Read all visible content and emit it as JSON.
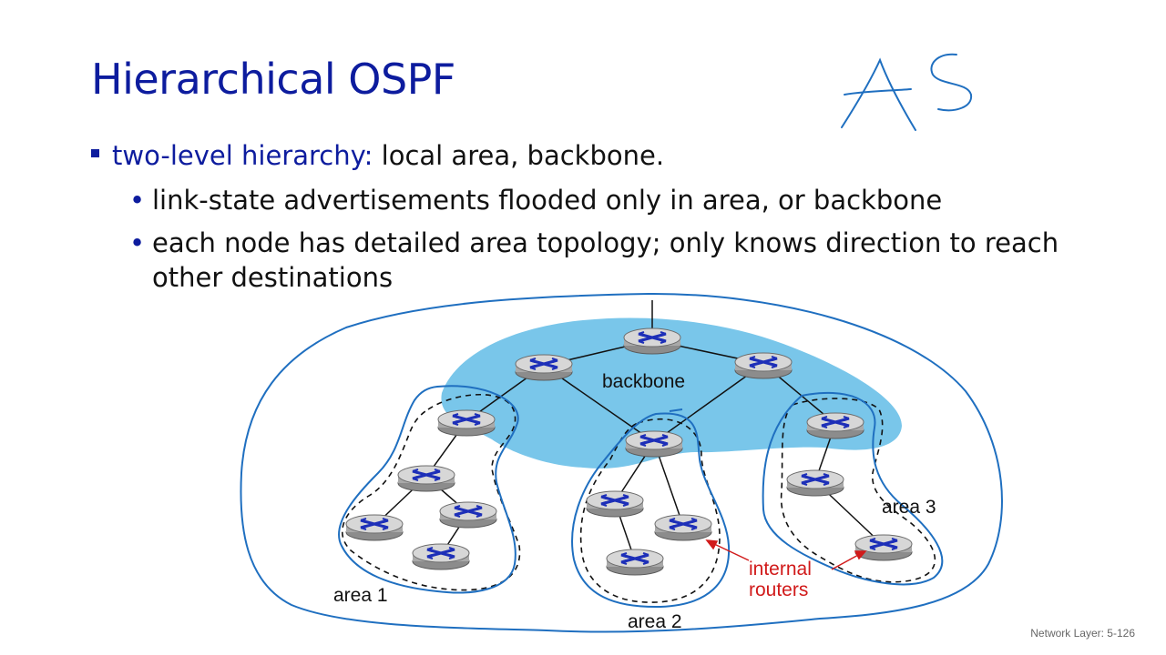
{
  "slide": {
    "title": "Hierarchical OSPF",
    "bullets": [
      {
        "lead": "two-level hierarchy:",
        "text": " local area, backbone."
      },
      {
        "text": "link-state advertisements flooded only in area, or backbone"
      },
      {
        "text": "each node has detailed area topology; only knows direction to reach other destinations"
      }
    ],
    "annotation": "AS",
    "footer": "Network Layer: 5-126"
  },
  "diagram": {
    "labels": {
      "backbone": "backbone",
      "area1": "area 1",
      "area2": "area 2",
      "area3": "area 3",
      "internal_routers_line1": "internal",
      "internal_routers_line2": "routers"
    },
    "colors": {
      "title": "#0d1c9e",
      "backbone_fill": "#79c6ea",
      "ink": "#1f6fc0",
      "annotation": "#d11a1a",
      "router_x": "#1d2fb8"
    }
  }
}
